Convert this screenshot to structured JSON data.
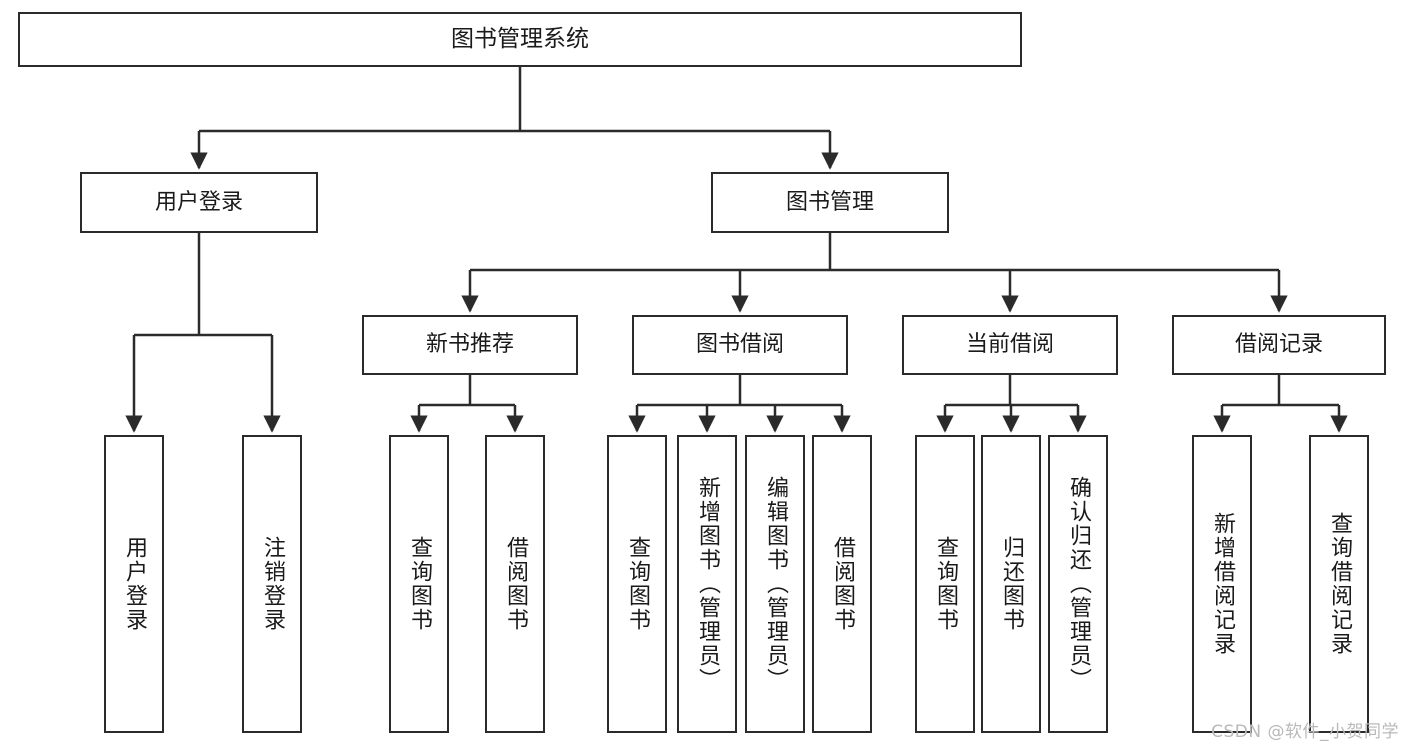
{
  "diagram": {
    "title": "图书管理系统",
    "watermark": "CSDN @软件_小贺同学",
    "orientation": "top-down-tree",
    "stroke_color": "#2b2b2b",
    "background_color": "#ffffff",
    "nodes": {
      "root": {
        "label": "图书管理系统"
      },
      "level2": [
        {
          "id": "user-login",
          "label": "用户登录"
        },
        {
          "id": "book-manage",
          "label": "图书管理"
        }
      ],
      "level3": [
        {
          "id": "new-book-rec",
          "label": "新书推荐"
        },
        {
          "id": "book-borrow",
          "label": "图书借阅"
        },
        {
          "id": "current-borrow",
          "label": "当前借阅"
        },
        {
          "id": "borrow-record",
          "label": "借阅记录"
        }
      ],
      "leaves": {
        "user-login": [
          {
            "id": "leaf-user-login",
            "label": "用户登录"
          },
          {
            "id": "leaf-logout",
            "label": "注销登录"
          }
        ],
        "new-book-rec": [
          {
            "id": "leaf-query-book-1",
            "label": "查询图书"
          },
          {
            "id": "leaf-borrow-book-1",
            "label": "借阅图书"
          }
        ],
        "book-borrow": [
          {
            "id": "leaf-query-book-2",
            "label": "查询图书"
          },
          {
            "id": "leaf-add-book",
            "label": "新增图书（管理员）"
          },
          {
            "id": "leaf-edit-book",
            "label": "编辑图书（管理员）"
          },
          {
            "id": "leaf-borrow-book-2",
            "label": "借阅图书"
          }
        ],
        "current-borrow": [
          {
            "id": "leaf-query-book-3",
            "label": "查询图书"
          },
          {
            "id": "leaf-return-book",
            "label": "归还图书"
          },
          {
            "id": "leaf-confirm-return",
            "label": "确认归还（管理员）"
          }
        ],
        "borrow-record": [
          {
            "id": "leaf-add-record",
            "label": "新增借阅记录"
          },
          {
            "id": "leaf-query-record",
            "label": "查询借阅记录"
          }
        ]
      }
    }
  }
}
